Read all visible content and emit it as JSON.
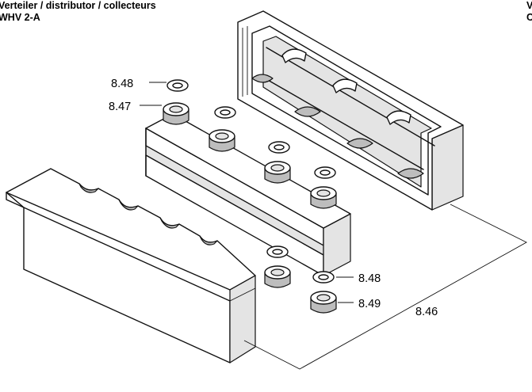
{
  "header": {
    "title_line1": "Verteiler / distributor / collecteurs",
    "title_line2": "WHV 2-A",
    "edge_fragment_line1": "V",
    "edge_fragment_line2": "C"
  },
  "callouts": {
    "washer_top": "8.48",
    "nut_top": "8.47",
    "washer_bottom": "8.48",
    "nut_bottom": "8.49",
    "insulation_shell": "8.46"
  }
}
